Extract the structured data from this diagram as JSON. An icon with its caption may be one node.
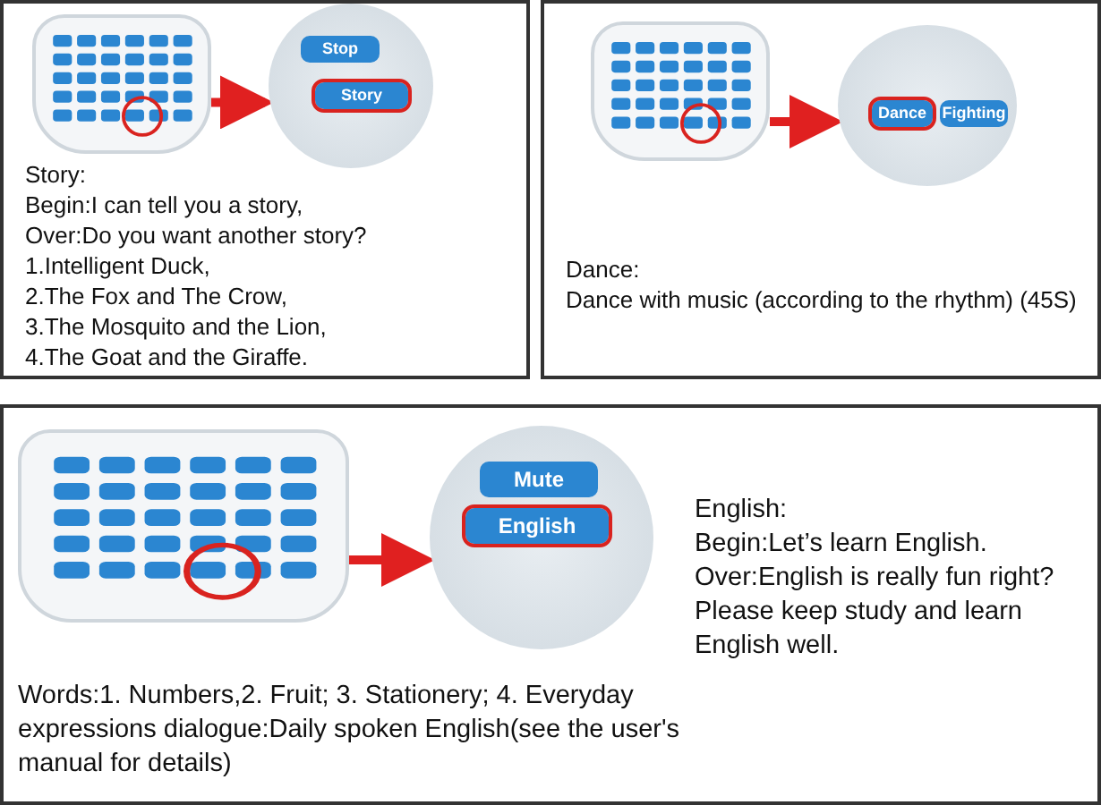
{
  "diagram": {
    "nodes": [
      {
        "text": [],
        "shape": "picture"
      },
      {
        "text": [],
        "shape": "picture"
      },
      {
        "text": [],
        "shape": "picture"
      },
      {
        "text": [],
        "shape": "picture"
      },
      {
        "text": [],
        "shape": "picture"
      },
      {
        "text": [],
        "shape": "picture"
      }
    ],
    "edges": [
      {
        "from": 0,
        "to": 1,
        "arrow": "to"
      },
      {
        "from": 2,
        "to": 3,
        "arrow": "to"
      },
      {
        "from": 4,
        "to": 5,
        "arrow": "to"
      }
    ],
    "labels": [
      "Stop",
      "Story",
      "Story:",
      "Begin:I can tell you a story,",
      "Over:Do you want another story?",
      "1.Intelligent Duck,",
      "2.The Fox and The Crow,",
      "3.The Mosquito and the Lion,",
      "4.The Goat and the Giraffe.",
      "Dance",
      "Fighting",
      "Dance:",
      "Dance with music (according to the rhythm) (45S)",
      "Mute",
      "English",
      "English:",
      "Begin:Let’s learn English.",
      "Over:English is really fun right?",
      "Please keep study and learn English well.",
      "Words:1. Numbers,2. Fruit; 3. Stationery; 4. Everyday expressions dialogue:Daily spoken English(see the user's manual for details)"
    ]
  }
}
